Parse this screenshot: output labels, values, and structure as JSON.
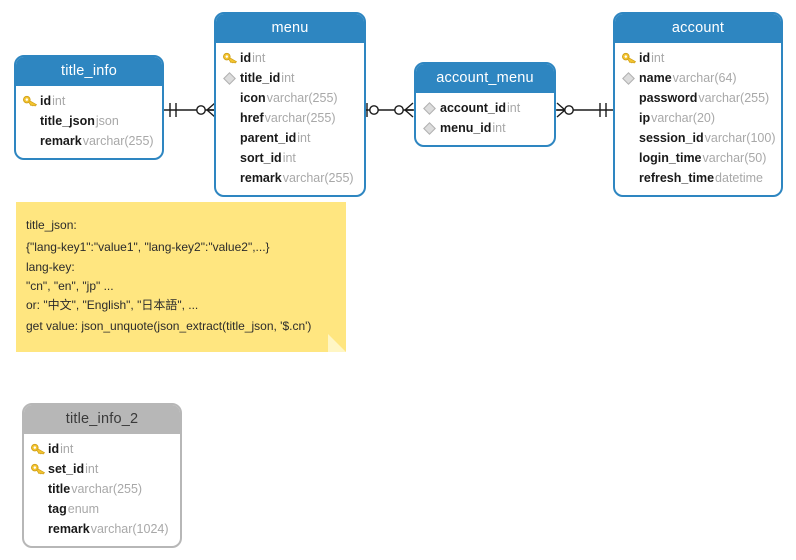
{
  "diagram": {
    "type": "entity-relationship-diagram",
    "background": "#ffffff",
    "accent_color": "#2e86c1",
    "secondary_color": "#b7b7b7",
    "note_color": "#ffe680"
  },
  "entities": [
    {
      "name": "title_info",
      "header_color": "#2e86c1",
      "fields": [
        {
          "mark": "key-icon",
          "name": "id",
          "type": "int"
        },
        {
          "mark": "none",
          "name": "title_json",
          "type": "json"
        },
        {
          "mark": "none",
          "name": "remark",
          "type": "varchar(255)"
        }
      ]
    },
    {
      "name": "menu",
      "header_color": "#2e86c1",
      "fields": [
        {
          "mark": "key-icon",
          "name": "id",
          "type": "int"
        },
        {
          "mark": "diamond-icon",
          "name": "title_id",
          "type": "int"
        },
        {
          "mark": "none",
          "name": "icon",
          "type": "varchar(255)"
        },
        {
          "mark": "none",
          "name": "href",
          "type": "varchar(255)"
        },
        {
          "mark": "none",
          "name": "parent_id",
          "type": "int"
        },
        {
          "mark": "none",
          "name": "sort_id",
          "type": "int"
        },
        {
          "mark": "none",
          "name": "remark",
          "type": "varchar(255)"
        }
      ]
    },
    {
      "name": "account_menu",
      "header_color": "#2e86c1",
      "fields": [
        {
          "mark": "diamond-icon",
          "name": "account_id",
          "type": "int"
        },
        {
          "mark": "diamond-icon",
          "name": "menu_id",
          "type": "int"
        }
      ]
    },
    {
      "name": "account",
      "header_color": "#2e86c1",
      "fields": [
        {
          "mark": "key-icon",
          "name": "id",
          "type": "int"
        },
        {
          "mark": "diamond-icon",
          "name": "name",
          "type": "varchar(64)"
        },
        {
          "mark": "none",
          "name": "password",
          "type": "varchar(255)"
        },
        {
          "mark": "none",
          "name": "ip",
          "type": "varchar(20)"
        },
        {
          "mark": "none",
          "name": "session_id",
          "type": "varchar(100)"
        },
        {
          "mark": "none",
          "name": "login_time",
          "type": "varchar(50)"
        },
        {
          "mark": "none",
          "name": "refresh_time",
          "type": "datetime"
        }
      ]
    },
    {
      "name": "title_info_2",
      "header_color": "#b7b7b7",
      "fields": [
        {
          "mark": "key-icon",
          "name": "id",
          "type": "int"
        },
        {
          "mark": "key-icon",
          "name": "set_id",
          "type": "int"
        },
        {
          "mark": "none",
          "name": "title",
          "type": "varchar(255)"
        },
        {
          "mark": "none",
          "name": "tag",
          "type": "enum"
        },
        {
          "mark": "none",
          "name": "remark",
          "type": "varchar(1024)"
        }
      ]
    }
  ],
  "relationships": [
    {
      "from": "title_info",
      "to": "menu",
      "from_cardinality": "one-and-only-one",
      "to_cardinality": "zero-or-many"
    },
    {
      "from": "menu",
      "to": "account_menu",
      "from_cardinality": "zero-or-one",
      "to_cardinality": "zero-or-many"
    },
    {
      "from": "account_menu",
      "to": "account",
      "from_cardinality": "zero-or-many",
      "to_cardinality": "one-and-only-one"
    }
  ],
  "note": {
    "title": "title_json:",
    "lines": [
      "title_json:",
      "{\"lang-key1\":\"value1\", \"lang-key2\":\"value2\",...}",
      "lang-key:",
      "\"cn\", \"en\", \"jp\" ...",
      "or: \"中文\", \"English\", \"日本語\", ...",
      "get value: json_unquote(json_extract(title_json, '$.cn')"
    ]
  }
}
